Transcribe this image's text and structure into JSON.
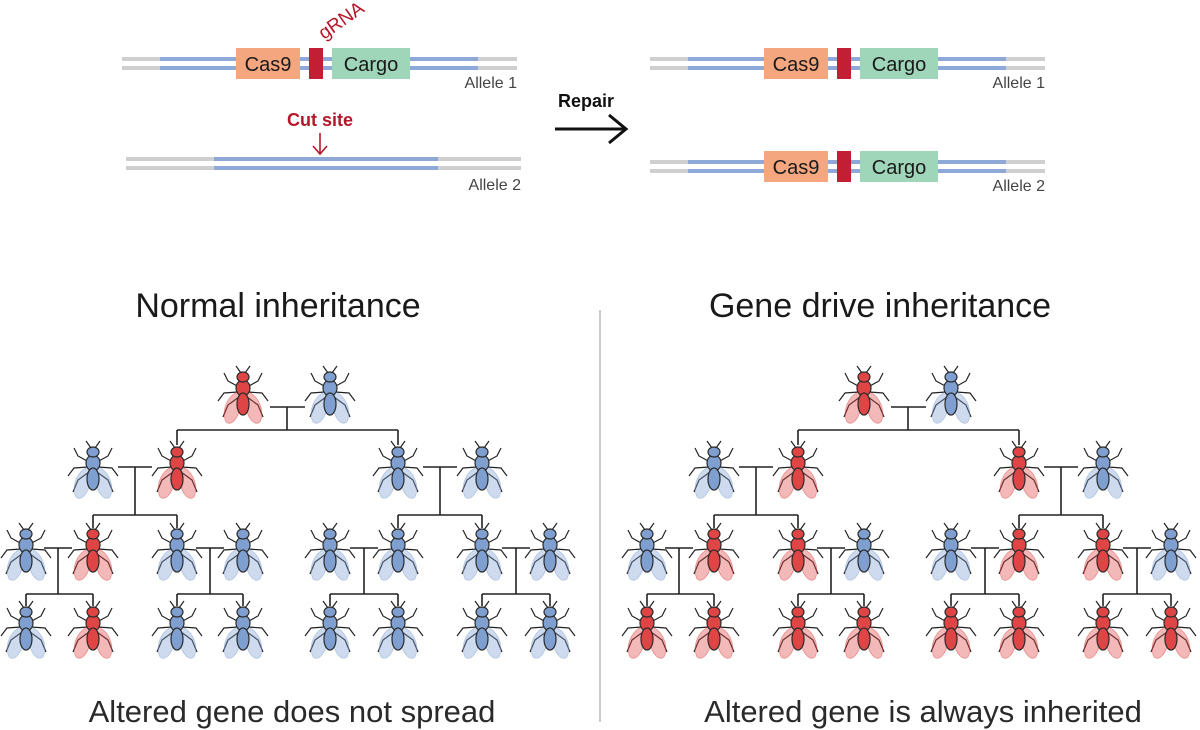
{
  "top": {
    "gRNA_label": "gRNA",
    "cut_site_label": "Cut site",
    "repair_label": "Repair",
    "cas9_label": "Cas9",
    "cargo_label": "Cargo",
    "allele1_label": "Allele 1",
    "allele2_label": "Allele 2"
  },
  "panels": {
    "normal": {
      "title": "Normal inheritance",
      "caption": "Altered gene does not spread"
    },
    "drive": {
      "title": "Gene drive inheritance",
      "caption": "Altered gene is always inherited"
    }
  },
  "colors": {
    "cas9": "#f4a67e",
    "cargo": "#9fd5b8",
    "grna": "#c21f35",
    "dna_blue": "#8ea8d8",
    "dna_grey": "#cfcfcf",
    "fly_red": "#e04545",
    "fly_blue": "#7f9fd0",
    "label_red": "#b5172a"
  },
  "flies": {
    "normal": {
      "parents": [
        "red",
        "blue"
      ],
      "gen1": [
        "blue",
        "red",
        "blue",
        "blue"
      ],
      "gen2": [
        "blue",
        "red",
        "blue",
        "blue",
        "blue",
        "blue",
        "blue",
        "blue"
      ],
      "gen3": [
        "blue",
        "red",
        "blue",
        "blue",
        "blue",
        "blue",
        "blue",
        "blue"
      ]
    },
    "drive": {
      "parents": [
        "red",
        "blue"
      ],
      "gen1": [
        "blue",
        "red",
        "red",
        "blue"
      ],
      "gen2": [
        "blue",
        "red",
        "red",
        "blue",
        "blue",
        "red",
        "red",
        "blue"
      ],
      "gen3": [
        "red",
        "red",
        "red",
        "red",
        "red",
        "red",
        "red",
        "red"
      ]
    }
  }
}
